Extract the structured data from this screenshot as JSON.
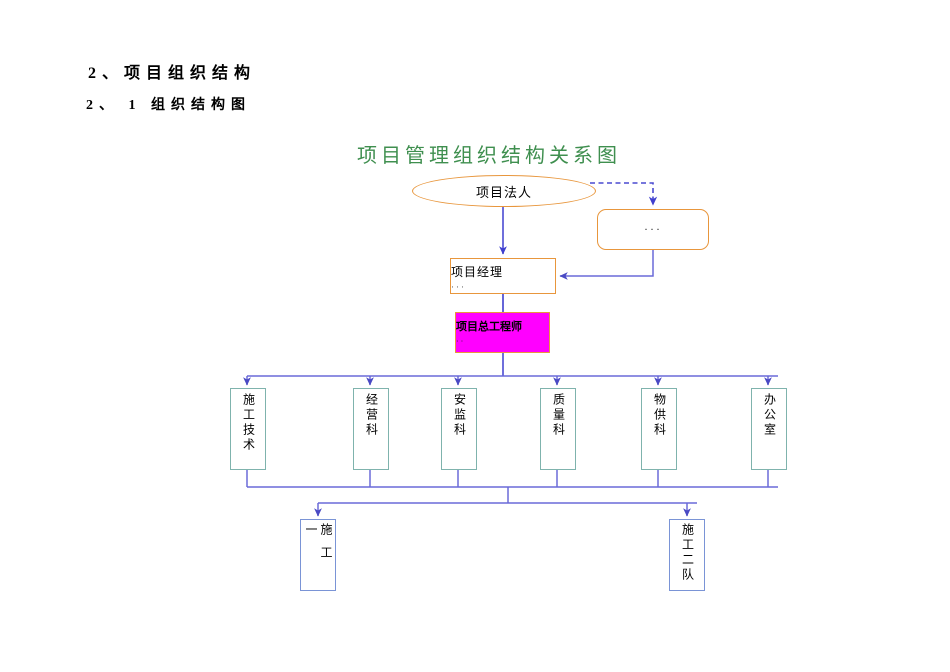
{
  "document": {
    "heading_1": "2、项目组织结构",
    "heading_2": "2、 1 组织结构图"
  },
  "chart_data": {
    "type": "diagram",
    "title": "项目管理组织结构关系图",
    "title_color": "#3f8f4f",
    "nodes": [
      {
        "id": "owner",
        "label": "项目法人",
        "shape": "ellipse",
        "border_color": "#e8963c",
        "fill": "#ffffff"
      },
      {
        "id": "other_unit",
        "label": "···",
        "shape": "rounded-rect",
        "border_color": "#e8963c",
        "fill": "#ffffff"
      },
      {
        "id": "manager",
        "label": "项目经理",
        "dots": "···",
        "shape": "rect",
        "border_color": "#e8963c",
        "fill": "#ffffff"
      },
      {
        "id": "chief",
        "label": "项目总工程师",
        "dots": "··",
        "shape": "rect",
        "border_color": "#e8963c",
        "fill": "#ff00ff"
      },
      {
        "id": "dept_1",
        "label": "施工技术",
        "shape": "rect-vertical",
        "border_color": "#7fb3ad",
        "fill": "#ffffff"
      },
      {
        "id": "dept_2",
        "label": "经营科",
        "shape": "rect-vertical",
        "border_color": "#7fb3ad",
        "fill": "#ffffff"
      },
      {
        "id": "dept_3",
        "label": "安监科",
        "shape": "rect-vertical",
        "border_color": "#7fb3ad",
        "fill": "#ffffff"
      },
      {
        "id": "dept_4",
        "label": "质量科",
        "shape": "rect-vertical",
        "border_color": "#7fb3ad",
        "fill": "#ffffff"
      },
      {
        "id": "dept_5",
        "label": "物供科",
        "shape": "rect-vertical",
        "border_color": "#7fb3ad",
        "fill": "#ffffff"
      },
      {
        "id": "dept_6",
        "label": "办公室",
        "shape": "rect-vertical",
        "border_color": "#7fb3ad",
        "fill": "#ffffff"
      },
      {
        "id": "crew_1",
        "label": "施工一",
        "shape": "rect-vertical",
        "border_color": "#7a94d6",
        "fill": "#ffffff"
      },
      {
        "id": "crew_2",
        "label": "施工二队",
        "shape": "rect-vertical",
        "border_color": "#7a94d6",
        "fill": "#ffffff"
      }
    ],
    "edges": [
      {
        "from": "owner",
        "to": "other_unit",
        "style": "dashed",
        "color": "#3f3fcf"
      },
      {
        "from": "owner",
        "to": "manager",
        "style": "solid",
        "color": "#3f3fcf"
      },
      {
        "from": "other_unit",
        "to": "manager",
        "style": "solid",
        "color": "#6a6ad8"
      },
      {
        "from": "manager",
        "to": "chief",
        "style": "solid",
        "color": "#3f3fcf"
      },
      {
        "from": "chief",
        "to": "dept_1",
        "style": "solid",
        "color": "#6a6ad8"
      },
      {
        "from": "chief",
        "to": "dept_2",
        "style": "solid",
        "color": "#6a6ad8"
      },
      {
        "from": "chief",
        "to": "dept_3",
        "style": "solid",
        "color": "#6a6ad8"
      },
      {
        "from": "chief",
        "to": "dept_4",
        "style": "solid",
        "color": "#6a6ad8"
      },
      {
        "from": "chief",
        "to": "dept_5",
        "style": "solid",
        "color": "#6a6ad8"
      },
      {
        "from": "chief",
        "to": "dept_6",
        "style": "solid",
        "color": "#6a6ad8"
      },
      {
        "from": "departments",
        "to": "crew_1",
        "style": "solid",
        "color": "#6a6ad8"
      },
      {
        "from": "departments",
        "to": "crew_2",
        "style": "solid",
        "color": "#6a6ad8"
      }
    ]
  }
}
